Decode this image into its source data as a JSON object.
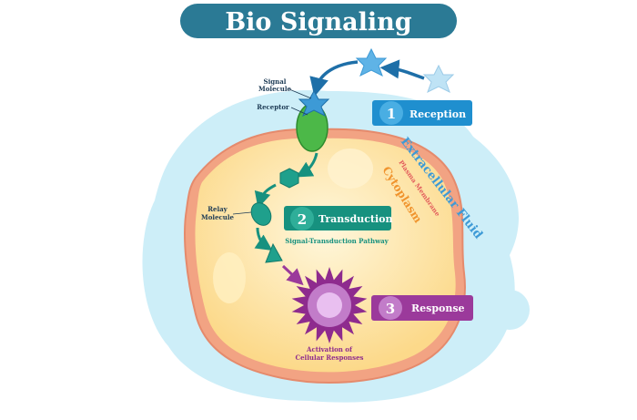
{
  "title": "Bio Signaling",
  "labels": {
    "signal_molecule_1": "Signal",
    "signal_molecule_2": "Molecule",
    "receptor": "Receptor",
    "relay_molecule_1": "Relay",
    "relay_molecule_2": "Molecule",
    "extracellular_fluid": "Extracellular Fluid",
    "plasma_membrane": "Plasma Membrane",
    "cytoplasm": "Cytoplasm",
    "pathway": "Signal-Transduction Pathway",
    "activation_1": "Activation of",
    "activation_2": "Cellular Responses"
  },
  "steps": [
    {
      "number": "1",
      "label": "Reception",
      "color": "#1f8fcf"
    },
    {
      "number": "2",
      "label": "Transduction",
      "color": "#17917f"
    },
    {
      "number": "3",
      "label": "Response",
      "color": "#9b3a9b"
    }
  ],
  "colors": {
    "title_bg": "#2b7a95",
    "fluid": "#cdeef8",
    "membrane": "#f2a383",
    "cytoplasm": "#fde3a0",
    "receptor": "#4cb848",
    "star": "#3d9ad6",
    "response": "#8e2b8e"
  }
}
